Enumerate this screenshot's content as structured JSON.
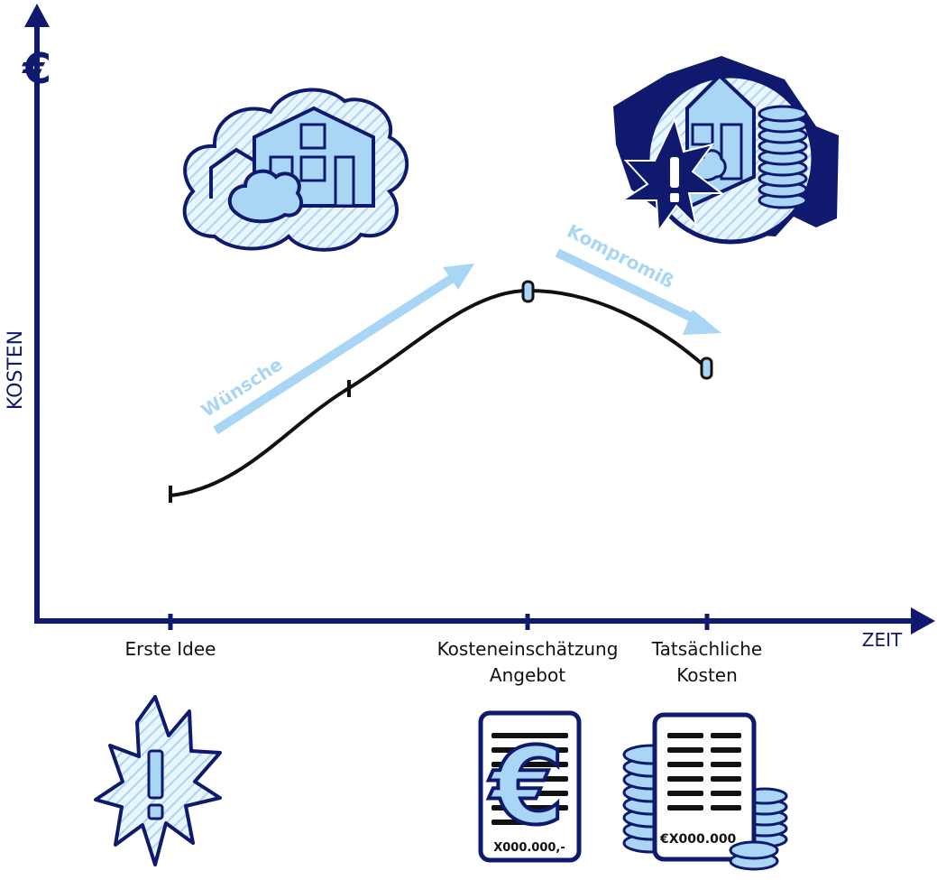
{
  "axes": {
    "y_symbol": "€",
    "y_label": "KOSTEN",
    "x_label": "ZEIT"
  },
  "milestones": [
    {
      "line1": "Erste Idee",
      "line2": ""
    },
    {
      "line1": "Kosteneinschätzung",
      "line2": "Angebot"
    },
    {
      "line1": "Tatsächliche",
      "line2": "Kosten"
    }
  ],
  "arrows": {
    "up_label": "Wünsche",
    "down_label": "Kompromiß"
  },
  "documents": {
    "estimate_amount": "X000.000,-",
    "invoice_amount": "€X000.000"
  },
  "colors": {
    "navy": "#0f1a6e",
    "light_blue": "#a9d6f5",
    "curve": "#111111"
  },
  "icons": [
    "dream-house-cloud-icon",
    "house-with-coins-and-alert-icon",
    "idea-alert-burst-icon",
    "euro-estimate-document-icon",
    "invoice-with-coins-icon"
  ]
}
